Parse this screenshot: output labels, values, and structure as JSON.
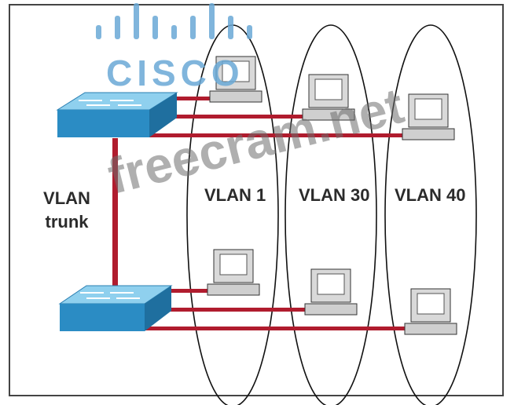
{
  "labels": {
    "trunk_line1": "VLAN",
    "trunk_line2": "trunk",
    "vlan1": "VLAN 1",
    "vlan30": "VLAN 30",
    "vlan40": "VLAN 40"
  },
  "logo": {
    "text": "CISCO",
    "color": "#6aa9d6"
  },
  "watermark": "freecram.net",
  "colors": {
    "cable": "#b01c2e",
    "switch_top": "#7fc6e8",
    "switch_side": "#2b8cc4",
    "ellipse": "#1a1a1a"
  },
  "icons": [
    "switch-icon",
    "computer-icon"
  ]
}
